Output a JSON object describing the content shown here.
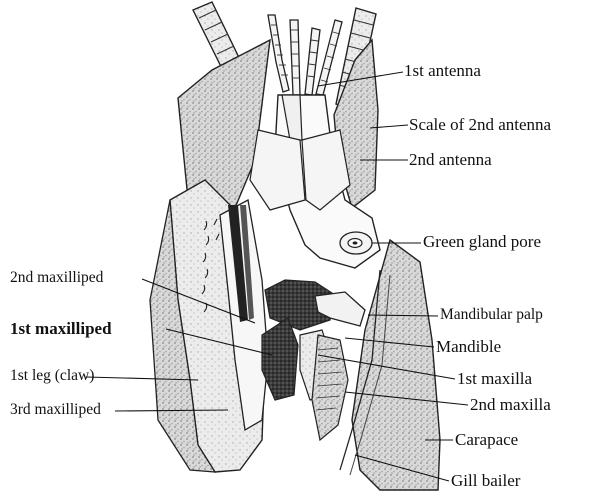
{
  "diagram": {
    "labels": {
      "first_antenna": "1st antenna",
      "scale_second_antenna": "Scale of 2nd antenna",
      "second_antenna": "2nd antenna",
      "green_gland_pore": "Green gland pore",
      "second_maxilliped": "2nd maxilliped",
      "mandibular_palp": "Mandibular palp",
      "first_maxilliped": "1st maxilliped",
      "mandible": "Mandible",
      "first_leg": "1st leg (claw)",
      "first_maxilla": "1st maxilla",
      "third_maxilliped": "3rd maxilliped",
      "second_maxilla": "2nd maxilla",
      "carapace": "Carapace",
      "gill_bailer": "Gill bailer"
    },
    "colors": {
      "ink": "#111111",
      "stipple": "#9a9a9a",
      "dark": "#1a1a1a",
      "background": "#ffffff"
    }
  }
}
